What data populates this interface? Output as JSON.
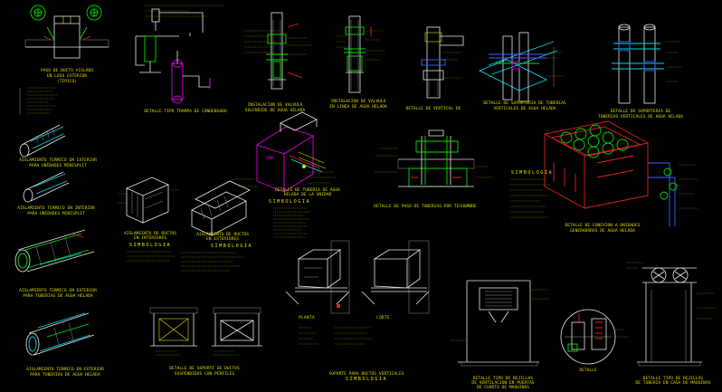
{
  "drawing": {
    "background": "#000000",
    "colors": {
      "text": "#d8d800",
      "white": "#e8e8e8",
      "green": "#00e000",
      "cyan": "#00d8e8",
      "magenta": "#e000e0",
      "red": "#e02020",
      "blue": "#4060ff"
    }
  },
  "titles": {
    "duct_passage": [
      "PASO DE DUCTO AISLADO",
      "EN LOSA EXTERIOR",
      "(TIPICO)"
    ],
    "condensate_trap": "DETALLE TIPO TRAMPA DE CONDENSADO",
    "valve_install": [
      "INSTALACION DE VALVULA",
      "SOLENOIDE DE AGUA HELADA"
    ],
    "refrigerant_line": [
      "INSTALACION DE VALVULA",
      "EN LINEA DE AGUA HELADA"
    ],
    "vertical_pipe": "DETALLE DE VERTICAL DE",
    "pipe_support_1": [
      "DETALLE DE SOPORTERIA DE TUBERIAS",
      "VERTICALES DE AGUA HELADA"
    ],
    "pipe_support_2": [
      "DETALLE DE SOPORTERIA DE",
      "TUBERIAS VERTICALES DE AGUA HELADA"
    ],
    "thermal_ext_1": [
      "AISLAMIENTO TERMICO EN EXTERIOR",
      "PARA UNIDADES MINISPLIT"
    ],
    "thermal_int_1": [
      "AISLAMIENTO TERMICO EN INTERIOR",
      "PARA UNIDADES MINISPLIT"
    ],
    "thermal_ext_2": [
      "AISLAMIENTO TERMICO EN EXTERIOR",
      "PARA TUBERIAS DE AGUA HELADA"
    ],
    "thermal_ext_3": [
      "AISLAMIENTO TERMICO EN EXTERIOR",
      "PARA TUBERIAS DE AGUA HELADA"
    ],
    "duct_insul_1": [
      "AISLAMIENTO DE DUCTOS",
      "EN INTERIORES"
    ],
    "duct_insul_2": [
      "AISLAMIENTO DE DUCTOS",
      "EN EXTERIORES"
    ],
    "simbologia": "SIMBOLOGIA",
    "unit_pipe_detail": [
      "DETALLE DE TUBERIA DE AGUA",
      "HELADA DE LA UNIDAD"
    ],
    "slab_passage": "DETALLE DE PASO DE TUBERIAS POR TECHUMBRE",
    "chiller_detail": [
      "DETALLE DE CONEXION A UNIDADES",
      "GENERADORAS DE AGUA HELADA"
    ],
    "duct_support": [
      "DETALLE DE SOPORTE DE DUCTOS",
      "SUSPENDIDOS CON PERFILES"
    ],
    "vertical_duct_support": [
      "SOPORTE PARA DUCTOS VERTICALES"
    ],
    "door_1": [
      "DETALLE TIPO DE REJILLAS",
      "DE VENTILACION EN PUERTAS",
      "DE CUARTO DE MAQUINAS"
    ],
    "detalle": "DETALLE",
    "door_2": [
      "DETALLE TIPO DE REJILLAS",
      "DE TUBERIA EN CASA DE MAQUINAS"
    ],
    "planta": "PLANTA",
    "corte": "CORTE"
  }
}
